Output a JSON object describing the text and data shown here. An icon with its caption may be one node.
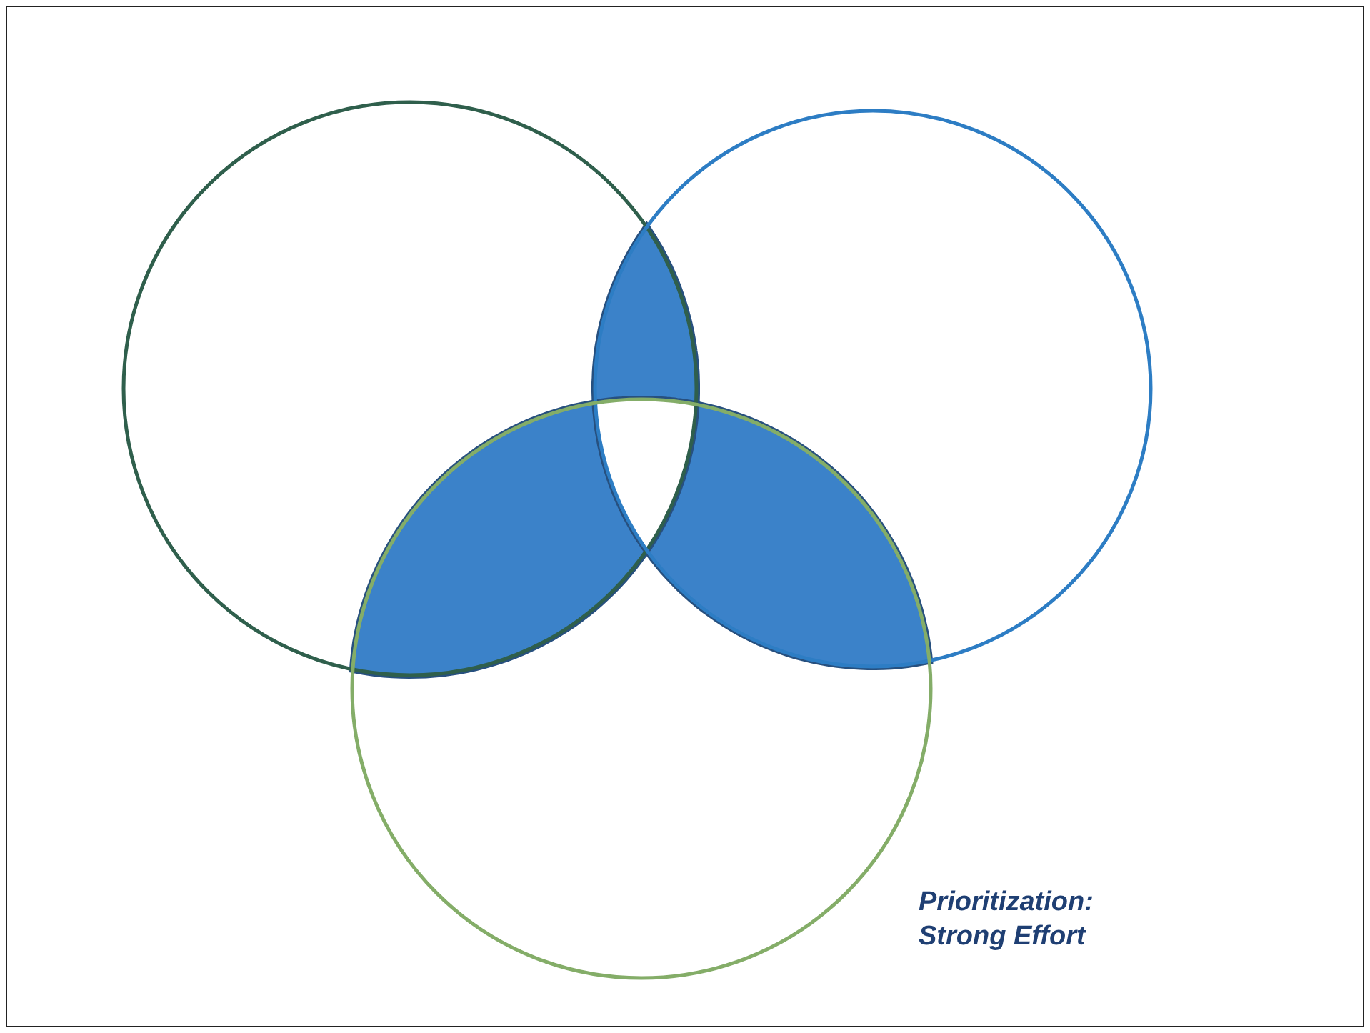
{
  "diagram": {
    "nodes": [
      {
        "text": [],
        "shape": "circle"
      },
      {
        "text": [],
        "shape": "circle"
      },
      {
        "text": [],
        "shape": "circle"
      }
    ],
    "labels": [
      "Prioritization: Strong Effort"
    ]
  }
}
